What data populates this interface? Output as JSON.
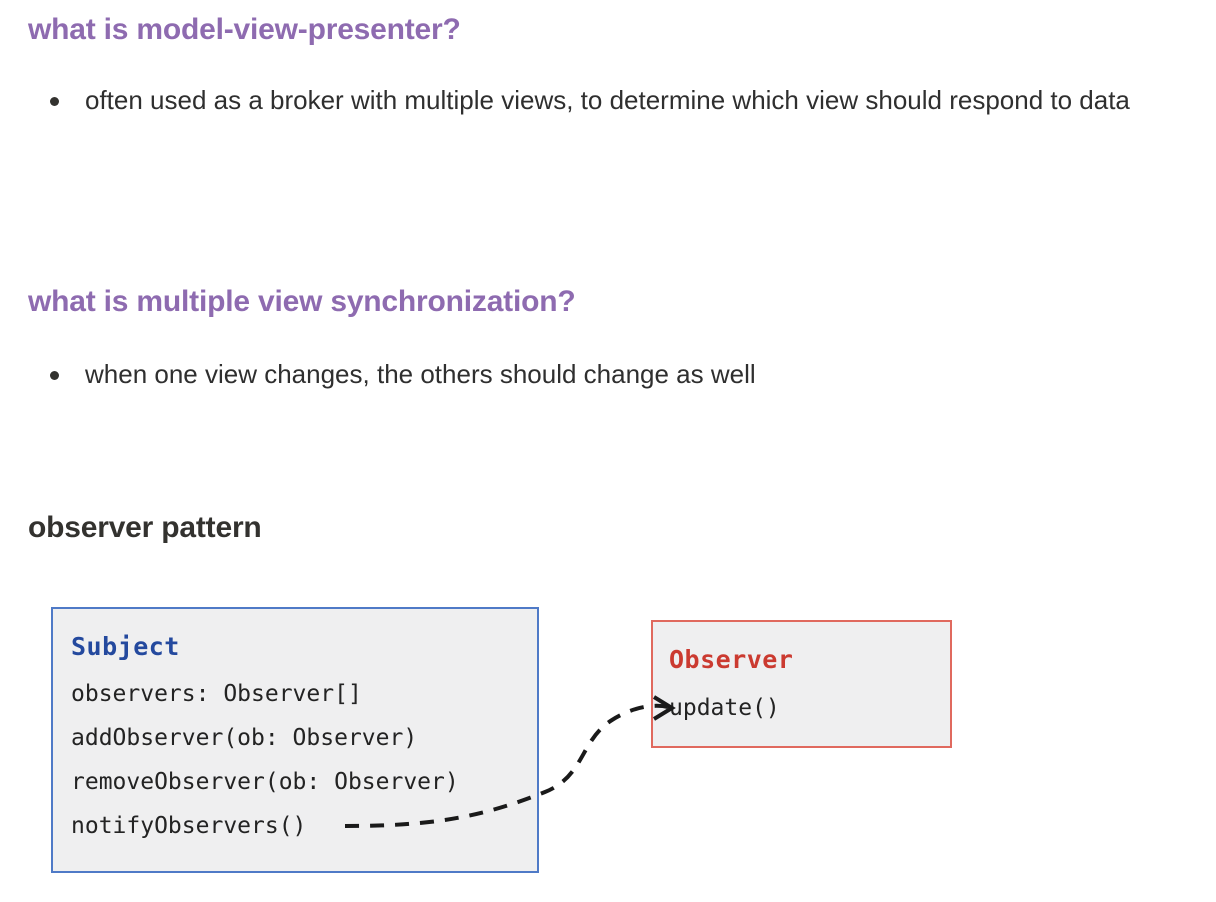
{
  "page": {
    "background": "#ffffff",
    "accent_purple": "#8e6bb0",
    "heading_dark": "#33322f",
    "body_text": "#2f2f2f"
  },
  "sections": [
    {
      "id": "mvp",
      "heading": "what is model-view-presenter?",
      "heading_color": "#8e6bb0",
      "bullets": [
        "often used as a broker with multiple views, to determine which view should respond to data"
      ]
    },
    {
      "id": "mvs",
      "heading": "what is multiple view synchronization?",
      "heading_color": "#8e6bb0",
      "bullets": [
        "when one view changes, the others should change as well"
      ]
    },
    {
      "id": "observer",
      "heading": "observer pattern",
      "heading_color": "#33322f",
      "bullets": []
    }
  ],
  "diagram": {
    "type": "uml-class-diagram",
    "boxes": [
      {
        "id": "subject",
        "title": "Subject",
        "title_color": "#24499e",
        "border_color": "#4f7ac7",
        "fill_color": "#efeff0",
        "members": [
          "observers: Observer[]",
          "addObserver(ob: Observer)",
          "removeObserver(ob: Observer)",
          "notifyObservers()"
        ]
      },
      {
        "id": "observer",
        "title": "Observer",
        "title_color": "#cb3a30",
        "border_color": "#e0695e",
        "fill_color": "#efeff0",
        "members": [
          "update()"
        ]
      }
    ],
    "connector": {
      "name": "notify-arrow",
      "style": "dashed",
      "color": "#1a1a1a",
      "from": "subject.notifyObservers()",
      "to": "observer.update()",
      "arrowhead": "open-v"
    }
  }
}
